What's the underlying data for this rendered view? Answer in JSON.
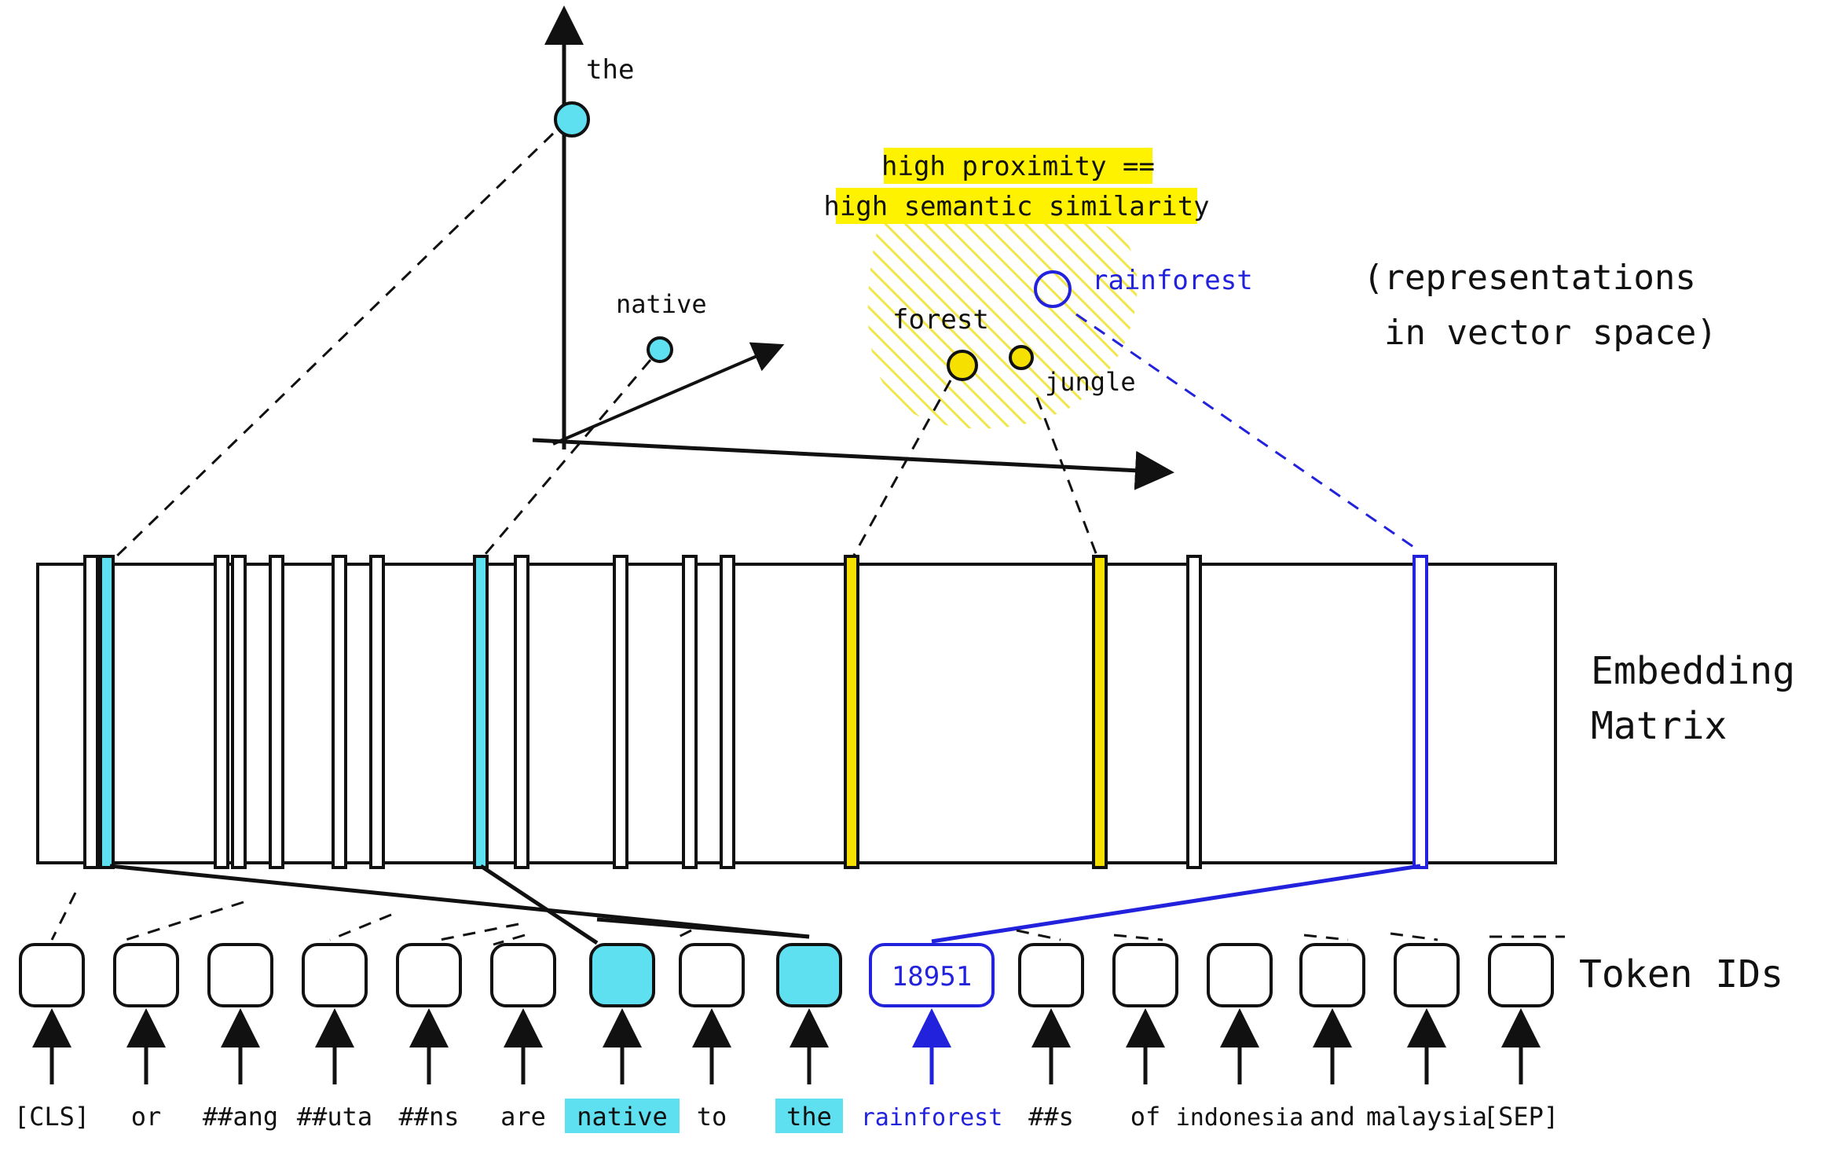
{
  "colors": {
    "ink": "#111111",
    "cyan": "#5fe0f0",
    "yellow": "#f5e000",
    "blue": "#2222dd",
    "highlight": "#fff200",
    "hatch": "#f3ea55"
  },
  "vector_space": {
    "caption_line1": "(representations",
    "caption_line2": "in vector space)",
    "highlight_line1": "high proximity ==",
    "highlight_line2": "high semantic similarity",
    "points": [
      {
        "label": "the",
        "color": "cyan"
      },
      {
        "label": "native",
        "color": "cyan"
      },
      {
        "label": "forest",
        "color": "yellow"
      },
      {
        "label": "jungle",
        "color": "yellow"
      },
      {
        "label": "rainforest",
        "color": "blue"
      }
    ]
  },
  "matrix": {
    "label_line1": "Embedding",
    "label_line2": "Matrix"
  },
  "token_ids": {
    "label": "Token IDs",
    "shown_id": "18951"
  },
  "tokens": [
    "[CLS]",
    "or",
    "##ang",
    "##uta",
    "##ns",
    "are",
    "native",
    "to",
    "the",
    "rainforest",
    "##s",
    "of",
    "indonesia",
    "and",
    "malaysia",
    "[SEP]"
  ]
}
